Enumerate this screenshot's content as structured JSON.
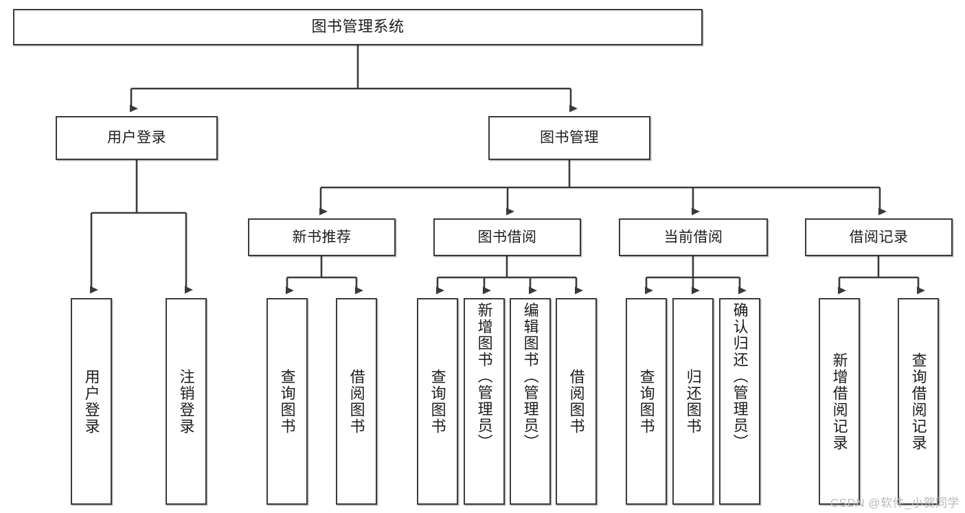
{
  "diagram": {
    "title": "图书管理系统",
    "type": "tree",
    "root": {
      "label": "图书管理系统"
    },
    "level1": [
      {
        "label": "用户登录"
      },
      {
        "label": "图书管理"
      }
    ],
    "level2": [
      {
        "label": "新书推荐"
      },
      {
        "label": "图书借阅"
      },
      {
        "label": "当前借阅"
      },
      {
        "label": "借阅记录"
      }
    ],
    "leaves": {
      "user_login": [
        {
          "label": "用户登录"
        },
        {
          "label": "注销登录"
        }
      ],
      "new_book": [
        {
          "label": "查询图书"
        },
        {
          "label": "借阅图书"
        }
      ],
      "book_borrow": [
        {
          "label": "查询图书"
        },
        {
          "label": "新增图书（管理员）"
        },
        {
          "label": "编辑图书（管理员）"
        },
        {
          "label": "借阅图书"
        }
      ],
      "current_borrow": [
        {
          "label": "查询图书"
        },
        {
          "label": "归还图书"
        },
        {
          "label": "确认归还（管理员）"
        }
      ],
      "borrow_record": [
        {
          "label": "新增借阅记录"
        },
        {
          "label": "查询借阅记录"
        }
      ]
    }
  },
  "watermark": {
    "text": "CSDN @软件_小贺同学"
  },
  "colors": {
    "box_border": "#3a3a3a",
    "box_fill": "#ffffff",
    "text": "#1d1d1d",
    "connector": "#3a3a3a",
    "watermark": "#b9b9b9"
  }
}
